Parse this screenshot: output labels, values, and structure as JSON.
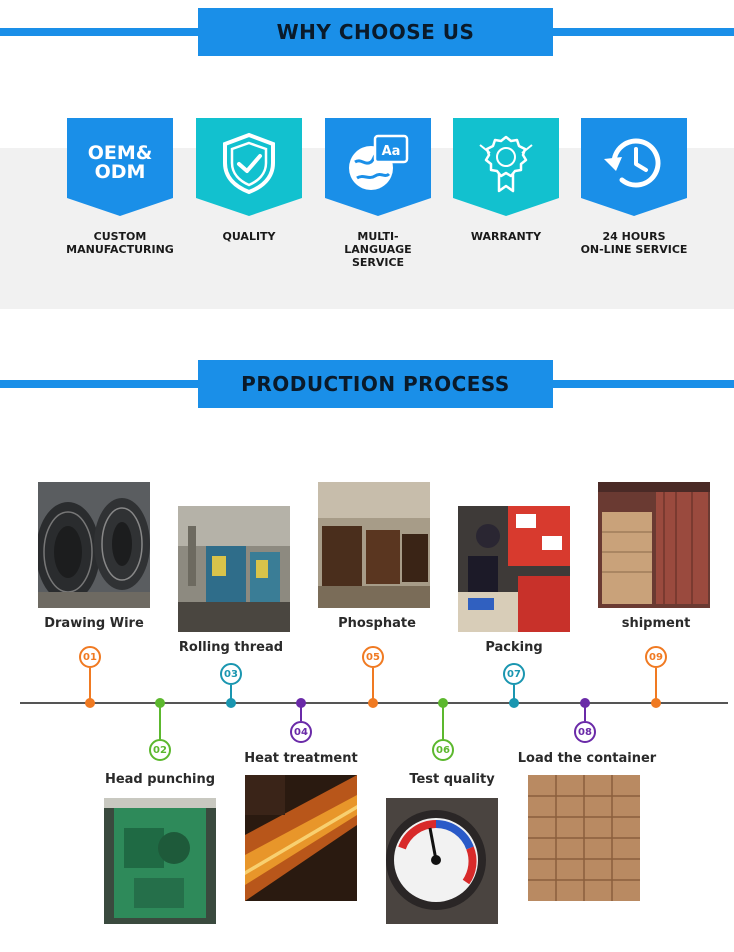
{
  "why_choose_us": {
    "title": "WHY CHOOSE US",
    "features": [
      {
        "badge_text": "OEM&\nODM",
        "label": "CUSTOM\nMANUFACTURING",
        "color": "#1a8fe8",
        "icon": "oem-odm-text"
      },
      {
        "label": "QUALITY",
        "color": "#12c1cf",
        "icon": "shield-check-icon"
      },
      {
        "label": "MULTI-LANGUAGE\nSERVICE",
        "color": "#1a8fe8",
        "icon": "language-globe-icon"
      },
      {
        "label": "WARRANTY",
        "color": "#12c1cf",
        "icon": "award-ribbon-icon"
      },
      {
        "label": "24 HOURS\nON-LINE SERVICE",
        "color": "#1a8fe8",
        "icon": "clock-history-icon"
      }
    ]
  },
  "production_process": {
    "title": "PRODUCTION PROCESS",
    "steps": [
      {
        "num": "01",
        "label": "Drawing Wire",
        "color": "#f07a22"
      },
      {
        "num": "02",
        "label": "Head punching",
        "color": "#5cb82e"
      },
      {
        "num": "03",
        "label": "Rolling thread",
        "color": "#1a96b0"
      },
      {
        "num": "04",
        "label": "Heat treatment",
        "color": "#6a2aa8"
      },
      {
        "num": "05",
        "label": "Phosphate",
        "color": "#f07a22"
      },
      {
        "num": "06",
        "label": "Test quality",
        "color": "#5cb82e"
      },
      {
        "num": "07",
        "label": "Packing",
        "color": "#1a96b0"
      },
      {
        "num": "08",
        "label": "Load the container",
        "color": "#6a2aa8"
      },
      {
        "num": "09",
        "label": "shipment",
        "color": "#f07a22"
      }
    ]
  }
}
